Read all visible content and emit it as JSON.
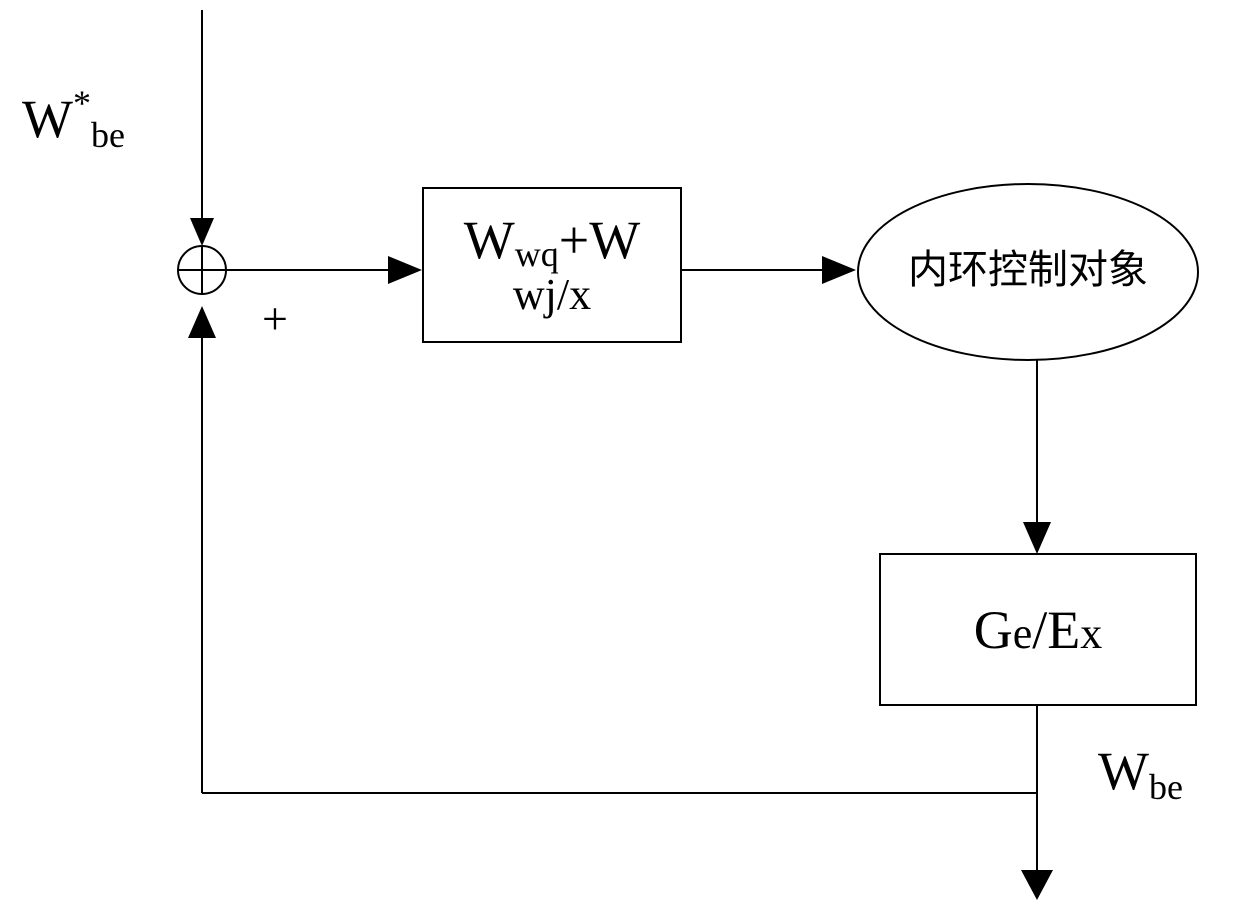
{
  "input_signal": {
    "base": "W",
    "superscript": "*",
    "subscript": "be"
  },
  "summing_junction": {
    "sign": "+"
  },
  "controller_block": {
    "line1_base": "W",
    "line1_sub": "wq",
    "line1_rest": "+W",
    "line2": "wj/x"
  },
  "plant_block": {
    "label": "内环控制对象"
  },
  "gain_block": {
    "g": "G",
    "e": "e",
    "rest": "/E",
    "x": "x"
  },
  "output_signal": {
    "base": "W",
    "subscript": "be"
  }
}
